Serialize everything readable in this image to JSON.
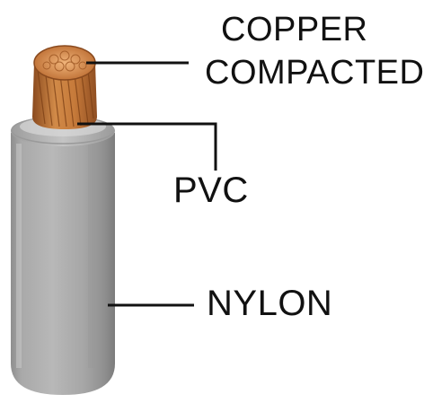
{
  "labels": {
    "copper_line1": "COPPER",
    "copper_line2": "COMPACTED",
    "pvc": "PVC",
    "nylon": "NYLON"
  },
  "components": [
    {
      "name": "copper-compacted-conductor",
      "color": "#c07a3e"
    },
    {
      "name": "pvc-insulation",
      "color": "#b9b9b9"
    },
    {
      "name": "nylon-jacket",
      "color": "#a3a3a3"
    }
  ],
  "colors": {
    "leader_lines": "#111111",
    "text": "#111111",
    "background": "#ffffff"
  }
}
